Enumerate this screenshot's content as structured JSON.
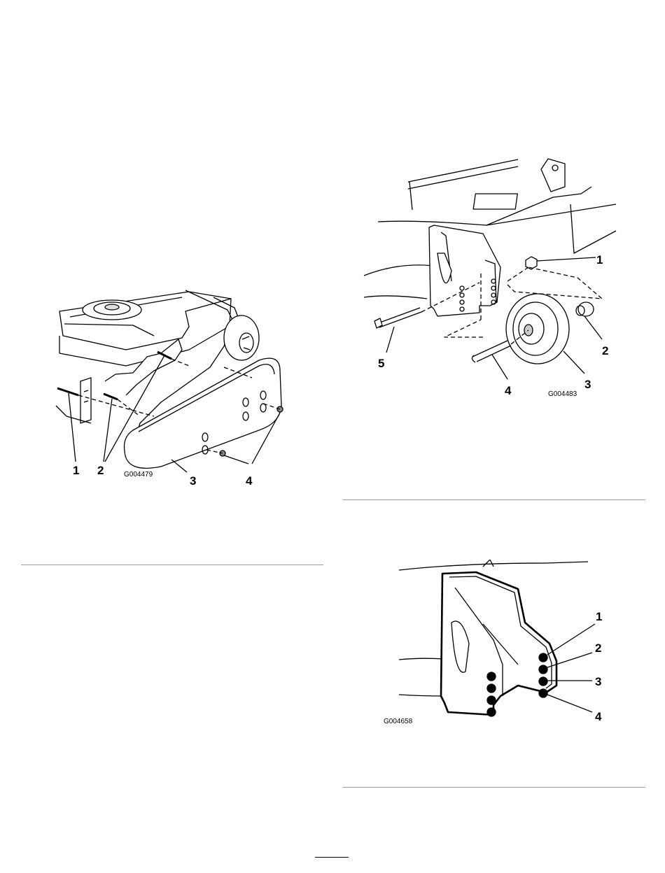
{
  "figures": [
    {
      "id": "G004479",
      "callouts": [
        "1",
        "2",
        "3",
        "4"
      ]
    },
    {
      "id": "G004483",
      "callouts": [
        "1",
        "2",
        "3",
        "4",
        "5"
      ]
    },
    {
      "id": "G004658",
      "callouts": [
        "1",
        "2",
        "3",
        "4"
      ]
    }
  ]
}
